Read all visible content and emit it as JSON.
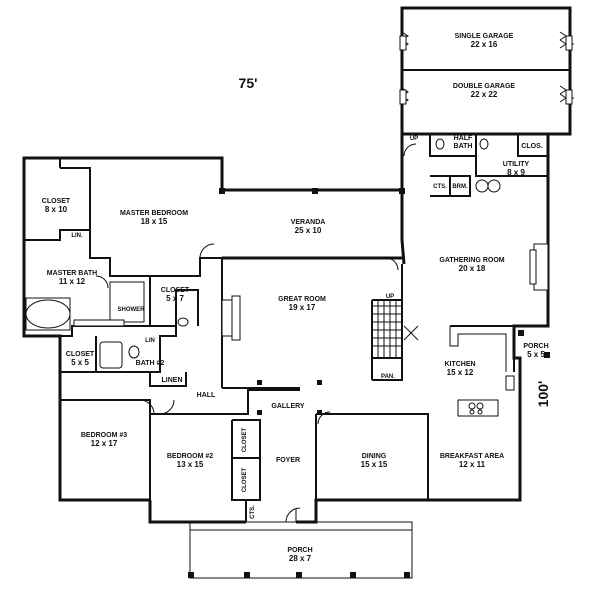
{
  "dimensions": {
    "width": "75'",
    "depth": "100'"
  },
  "rooms": {
    "single_garage": {
      "name": "SINGLE GARAGE",
      "size": "22 x 16"
    },
    "double_garage": {
      "name": "DOUBLE GARAGE",
      "size": "22 x 22"
    },
    "half_bath": {
      "line1": "HALF",
      "line2": "BATH"
    },
    "clos": {
      "name": "CLOS."
    },
    "utility": {
      "name": "UTILITY",
      "size": "8 x 9"
    },
    "cts": {
      "name": "CTS."
    },
    "brm": {
      "name": "BRM."
    },
    "up_garage": {
      "name": "UP"
    },
    "closet_master": {
      "name": "CLOSET",
      "size": "8 x 10"
    },
    "master_bedroom": {
      "name": "MASTER BEDROOM",
      "size": "18 x 15"
    },
    "lin": {
      "name": "LIN."
    },
    "veranda": {
      "name": "VERANDA",
      "size": "25 x 10"
    },
    "gathering_room": {
      "name": "GATHERING ROOM",
      "size": "20 x 18"
    },
    "master_bath": {
      "name": "MASTER BATH",
      "size": "11 x 12"
    },
    "closet_bath": {
      "name": "CLOSET",
      "size": "5 x 7"
    },
    "shower": {
      "name": "SHOWER"
    },
    "great_room": {
      "name": "GREAT ROOM",
      "size": "19 x 17"
    },
    "up_stairs": {
      "name": "UP"
    },
    "porch_side": {
      "name": "PORCH",
      "size": "5 x 5"
    },
    "closet_hall": {
      "name": "CLOSET",
      "size": "5 x 5"
    },
    "lin_small": {
      "name": "LIN"
    },
    "bath2": {
      "name": "BATH #2"
    },
    "kitchen": {
      "name": "KITCHEN",
      "size": "15 x 12"
    },
    "pan": {
      "name": "PAN."
    },
    "linen": {
      "name": "LINEN"
    },
    "hall": {
      "name": "HALL"
    },
    "gallery": {
      "name": "GALLERY"
    },
    "bedroom3": {
      "name": "BEDROOM #3",
      "size": "12 x 17"
    },
    "bedroom2": {
      "name": "BEDROOM #2",
      "size": "13 x 15"
    },
    "closet_b2a": {
      "name": "CLOSET"
    },
    "closet_b2b": {
      "name": "CLOSET"
    },
    "cts_foyer": {
      "name": "CTS."
    },
    "foyer": {
      "name": "FOYER"
    },
    "dining": {
      "name": "DINING",
      "size": "15 x 15"
    },
    "breakfast": {
      "name": "BREAKFAST AREA",
      "size": "12 x 11"
    },
    "porch_front": {
      "name": "PORCH",
      "size": "28 x 7"
    }
  }
}
